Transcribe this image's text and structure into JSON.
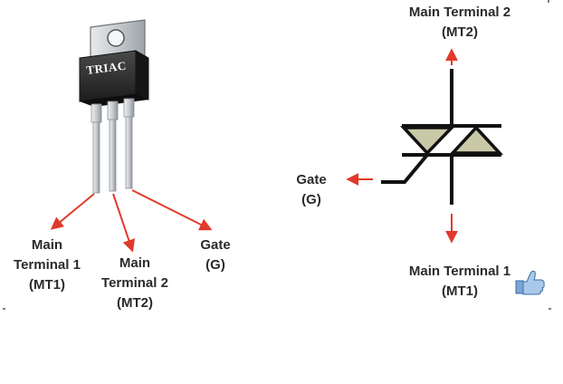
{
  "package": {
    "marking": "TRIAC"
  },
  "package_labels": {
    "mt1": {
      "line1": "Main",
      "line2": "Terminal 1",
      "line3": "(MT1)"
    },
    "mt2": {
      "line1": "Main",
      "line2": "Terminal 2",
      "line3": "(MT2)"
    },
    "gate": {
      "line1": "Gate",
      "line2": "(G)"
    }
  },
  "symbol_labels": {
    "mt2": {
      "line1": "Main Terminal 2",
      "line2": "(MT2)"
    },
    "gate": {
      "line1": "Gate",
      "line2": "(G)"
    },
    "mt1": {
      "line1": "Main Terminal 1",
      "line2": "(MT1)"
    }
  },
  "colors": {
    "arrow": "#e03a2b",
    "symbol_fill": "#c9c9a8",
    "symbol_stroke": "#111111",
    "package_body": "#2a2a2a",
    "tab_metal": "#cfd3d6",
    "lead_metal": "#d6d9dc"
  },
  "icons": {
    "thumbs_up": "thumbs-up-icon"
  }
}
